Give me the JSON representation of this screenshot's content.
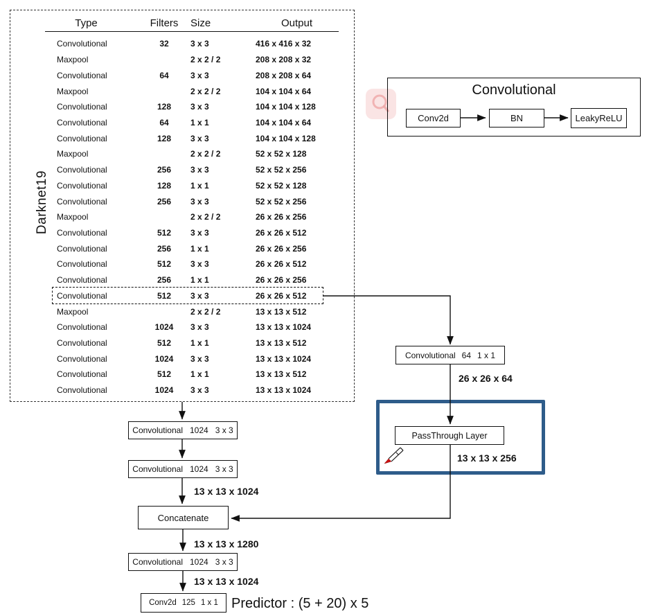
{
  "colors": {
    "passthrough_border": "#2e5c8a",
    "watermark_pink": "#f4c4c4",
    "pen_tip_red": "#cc1111",
    "line_black": "#111111"
  },
  "darknet_table": {
    "side_label": "Darknet19",
    "headers": {
      "type": "Type",
      "filters": "Filters",
      "size": "Size",
      "output": "Output"
    },
    "highlighted_row_index": 16,
    "rows": [
      {
        "type": "Convolutional",
        "filters": "32",
        "size": "3 x 3",
        "output": "416 x 416 x 32"
      },
      {
        "type": "Maxpool",
        "filters": "",
        "size": "2 x 2 / 2",
        "output": "208 x 208 x 32"
      },
      {
        "type": "Convolutional",
        "filters": "64",
        "size": "3 x 3",
        "output": "208 x 208 x 64"
      },
      {
        "type": "Maxpool",
        "filters": "",
        "size": "2 x 2 / 2",
        "output": "104 x 104 x 64"
      },
      {
        "type": "Convolutional",
        "filters": "128",
        "size": "3 x 3",
        "output": "104 x 104 x 128"
      },
      {
        "type": "Convolutional",
        "filters": "64",
        "size": "1 x 1",
        "output": "104 x 104 x 64"
      },
      {
        "type": "Convolutional",
        "filters": "128",
        "size": "3 x 3",
        "output": "104 x 104 x 128"
      },
      {
        "type": "Maxpool",
        "filters": "",
        "size": "2 x 2 / 2",
        "output": "52 x 52 x 128"
      },
      {
        "type": "Convolutional",
        "filters": "256",
        "size": "3 x 3",
        "output": "52 x 52 x 256"
      },
      {
        "type": "Convolutional",
        "filters": "128",
        "size": "1 x 1",
        "output": "52 x 52 x 128"
      },
      {
        "type": "Convolutional",
        "filters": "256",
        "size": "3 x 3",
        "output": "52 x 52 x 256"
      },
      {
        "type": "Maxpool",
        "filters": "",
        "size": "2 x 2 / 2",
        "output": "26 x 26 x 256"
      },
      {
        "type": "Convolutional",
        "filters": "512",
        "size": "3 x 3",
        "output": "26 x 26 x 512"
      },
      {
        "type": "Convolutional",
        "filters": "256",
        "size": "1 x 1",
        "output": "26 x 26 x 256"
      },
      {
        "type": "Convolutional",
        "filters": "512",
        "size": "3 x 3",
        "output": "26 x 26 x 512"
      },
      {
        "type": "Convolutional",
        "filters": "256",
        "size": "1 x 1",
        "output": "26 x 26 x 256"
      },
      {
        "type": "Convolutional",
        "filters": "512",
        "size": "3 x 3",
        "output": "26 x 26 x 512"
      },
      {
        "type": "Maxpool",
        "filters": "",
        "size": "2 x 2 / 2",
        "output": "13 x 13 x 512"
      },
      {
        "type": "Convolutional",
        "filters": "1024",
        "size": "3 x 3",
        "output": "13 x 13 x 1024"
      },
      {
        "type": "Convolutional",
        "filters": "512",
        "size": "1 x 1",
        "output": "13 x 13 x 512"
      },
      {
        "type": "Convolutional",
        "filters": "1024",
        "size": "3 x 3",
        "output": "13 x 13 x 1024"
      },
      {
        "type": "Convolutional",
        "filters": "512",
        "size": "1 x 1",
        "output": "13 x 13 x 512"
      },
      {
        "type": "Convolutional",
        "filters": "1024",
        "size": "3 x 3",
        "output": "13 x 13 x 1024"
      }
    ]
  },
  "legend": {
    "title": "Convolutional",
    "step1": "Conv2d",
    "step2": "BN",
    "step3": "LeakyReLU"
  },
  "flow": {
    "conv_reduce": {
      "name": "Convolutional",
      "filters": "64",
      "size": "1 x 1"
    },
    "reduce_out_label": "26 x 26 x 64",
    "passthrough_label": "PassThrough Layer",
    "passthrough_out_label": "13 x 13 x 256",
    "conv_head1": {
      "name": "Convolutional",
      "filters": "1024",
      "size": "3 x 3"
    },
    "conv_head2": {
      "name": "Convolutional",
      "filters": "1024",
      "size": "3 x 3"
    },
    "head_out_label": "13 x 13 x 1024",
    "concatenate_label": "Concatenate",
    "concat_out_label": "13 x 13 x 1280",
    "conv_head3": {
      "name": "Convolutional",
      "filters": "1024",
      "size": "3 x 3"
    },
    "head3_out_label": "13 x 13 x 1024",
    "conv_final": {
      "name": "Conv2d",
      "filters": "125",
      "size": "1 x 1"
    },
    "predictor_label": "Predictor : (5 + 20) x 5"
  }
}
